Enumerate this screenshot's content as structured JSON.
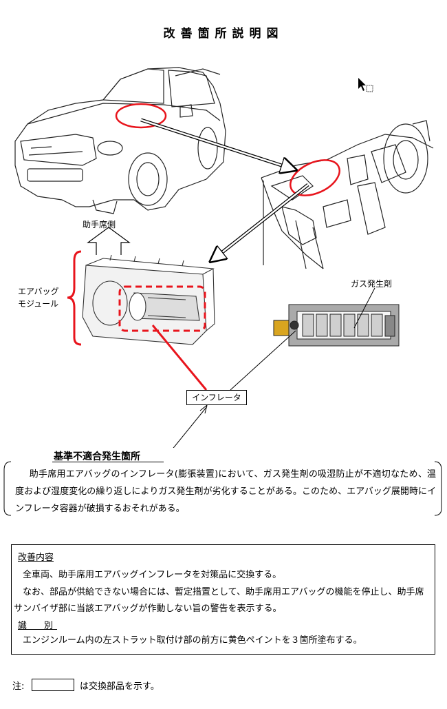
{
  "title": "改善箇所説明図",
  "labels": {
    "passenger_side": "助手席側",
    "airbag_module_line1": "エアバッグ",
    "airbag_module_line2": "モジュール",
    "gas_generant": "ガス発生剤",
    "inflator": "インフレータ"
  },
  "defect": {
    "title": "基準不適合発生箇所",
    "text": "助手席用エアバッグのインフレータ(膨張装置)において、ガス発生剤の吸湿防止が不適切なため、温度および湿度変化の繰り返しによりガス発生剤が劣化することがある。このため、エアバッグ展開時にインフレータ容器が破損するおそれがある。"
  },
  "improvement": {
    "title": "改善内容",
    "line1": "全車両、助手席用エアバッグインフレータを対策品に交換する。",
    "line2": "なお、部品が供給できない場合には、暫定措置として、助手席用エアバッグの機能を停止し、助手席",
    "line3": "サンバイザ部に当該エアバッグが作動しない旨の警告を表示する。",
    "ident_title": "識　別",
    "ident_text": "エンジンルーム内の左ストラット取付け部の前方に黄色ペイントを３箇所塗布する。"
  },
  "note": {
    "prefix": "注:",
    "text": "は交換部品を示す。"
  },
  "colors": {
    "highlight": "#e8141c",
    "line": "#000000"
  }
}
